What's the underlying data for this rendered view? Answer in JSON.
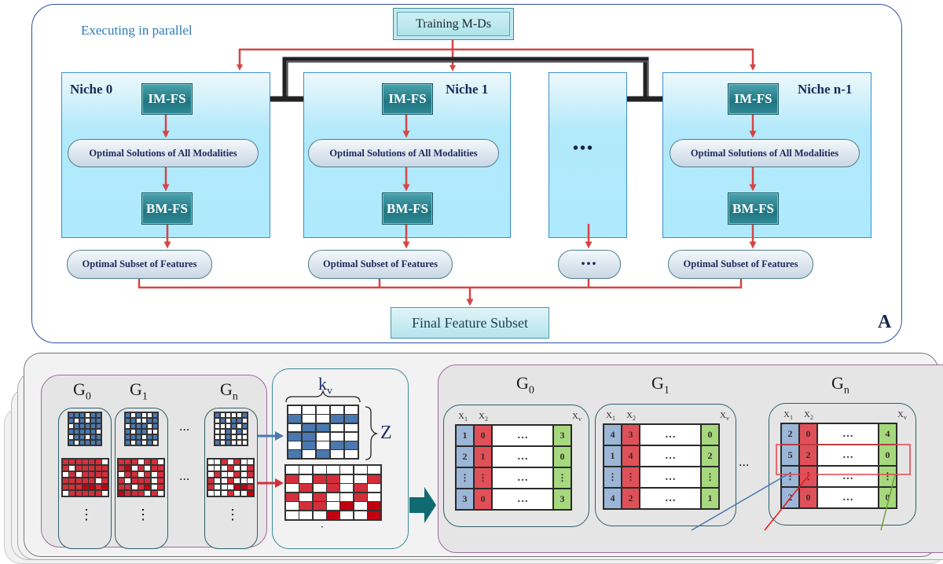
{
  "panel_a": {
    "label": "A",
    "training": "Training M-Ds",
    "executing": "Executing in parallel",
    "niches": [
      {
        "title": "Niche 0",
        "im_fs": "IM-FS",
        "optimal_solutions": "Optimal Solutions of All Modalities",
        "bm_fs": "BM-FS",
        "optimal_subset": "Optimal Subset of Features"
      },
      {
        "title": "Niche 1",
        "im_fs": "IM-FS",
        "optimal_solutions": "Optimal Solutions of All Modalities",
        "bm_fs": "BM-FS",
        "optimal_subset": "Optimal Subset of Features"
      },
      {
        "title": "",
        "placeholder": "•••",
        "optimal_subset": "•••"
      },
      {
        "title": "Niche n-1",
        "im_fs": "IM-FS",
        "optimal_solutions": "Optimal Solutions of All Modalities",
        "bm_fs": "BM-FS",
        "optimal_subset": "Optimal Subset of Features"
      }
    ],
    "final": "Final Feature Subset",
    "colors": {
      "flow_arrow": "#d64545",
      "niche_border": "#3c8fd0",
      "fs_box": "#1f7682",
      "panel_border": "#2f4fa8"
    }
  },
  "panel_b": {
    "groups_left": [
      {
        "label": "G",
        "sub": "0"
      },
      {
        "label": "G",
        "sub": "1"
      },
      {
        "label": "G",
        "sub": "n"
      }
    ],
    "ellipsis": "···",
    "vdots": "⋮",
    "kv_label": "k",
    "kv_sub": "v",
    "z_label": "Z",
    "tables": [
      {
        "label": "G",
        "sub": "0",
        "headers": [
          "X1",
          "X2",
          "Xv"
        ],
        "rows": [
          [
            "1",
            "0",
            "…",
            "3"
          ],
          [
            "2",
            "1",
            "…",
            "0"
          ],
          [
            "⋮",
            "⋮",
            "…",
            "⋮"
          ],
          [
            "3",
            "0",
            "…",
            "3"
          ]
        ]
      },
      {
        "label": "G",
        "sub": "1",
        "headers": [
          "X1",
          "X2",
          "Xv"
        ],
        "rows": [
          [
            "4",
            "3",
            "…",
            "0"
          ],
          [
            "1",
            "4",
            "…",
            "2"
          ],
          [
            "⋮",
            "⋮",
            "…",
            "⋮"
          ],
          [
            "4",
            "2",
            "…",
            "1"
          ]
        ]
      },
      {
        "label": "G",
        "sub": "n",
        "headers": [
          "X1",
          "X2",
          "Xv"
        ],
        "rows": [
          [
            "2",
            "0",
            "…",
            "4"
          ],
          [
            "5",
            "2",
            "…",
            "0"
          ],
          [
            "⋮",
            "⋮",
            "…",
            "⋮"
          ],
          [
            "2",
            "0",
            "…",
            "0"
          ]
        ],
        "highlighted_row": 1
      }
    ],
    "colors": {
      "blue": "#4a78b0",
      "red": "#d32f3a",
      "dark_red": "#c00010",
      "green": "#a6d97e",
      "teal_arrow": "#106a72"
    },
    "grids": {
      "blue_g0": [
        "111011",
        "101011",
        "011111",
        "111110",
        "011011",
        "101111"
      ],
      "blue_g1": [
        "101001",
        "110011",
        "011101",
        "101100",
        "111011",
        "101010"
      ],
      "blue_gn": [
        "100001",
        "010110",
        "000101",
        "001010",
        "001000",
        "101000"
      ],
      "red_g0": [
        "1111110",
        "1011111",
        "0101111",
        "1111101",
        "1112212",
        "0111110"
      ],
      "red_g1": [
        "1110110",
        "1201011",
        "0110101",
        "1011101",
        "1101201",
        "2111010"
      ],
      "red_gn": [
        "0010100",
        "0001001",
        "0100101",
        "1001000",
        "1000221",
        "0001002"
      ],
      "blue_z": [
        "00000",
        "10011",
        "01100",
        "11000",
        "01011",
        "10100"
      ],
      "red_z": [
        "0000000",
        "1011001",
        "0101010",
        "1010010",
        "0110202",
        "0002002"
      ]
    }
  }
}
